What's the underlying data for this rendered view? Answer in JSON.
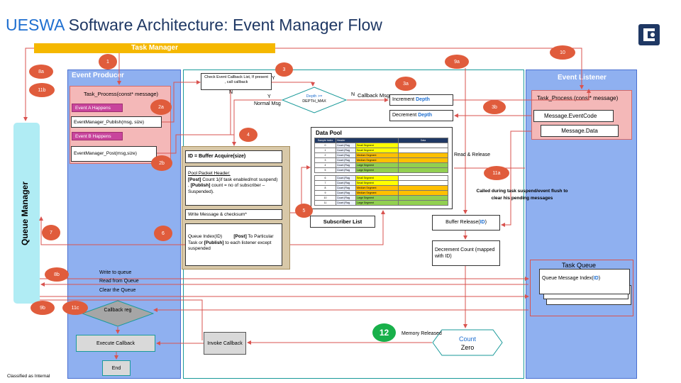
{
  "title": {
    "brand": "UESWA",
    "rest": " Software Architecture: Event Manager Flow"
  },
  "logo_icon": "electrolux-logo-icon",
  "task_manager": "Task Manager",
  "queue_manager": "Queue Manager",
  "event_producer": {
    "title": "Event Producer",
    "task_process": "Task_Process(const* message)",
    "event_a": "Event A Happens",
    "publish": "EventManager_Publish(msg, size)",
    "event_b": "Event B Happens",
    "post": "EventManager_Post(msg,size)"
  },
  "event_listener": {
    "title": "Event Listener",
    "task_process": "Task_Process (const* message)",
    "event_code": "Message.EventCode",
    "data": "Message.Data"
  },
  "check_callback": "Check Event Callback List, If present , call callback",
  "depth_check": {
    "line1": "Depth >=",
    "line2": "DEPTH_MAX"
  },
  "callback_msg": "Callback Msg",
  "normal_msg": "Normal Msg",
  "increment_depth": {
    "text": "Increment ",
    "highlight": "Depth"
  },
  "decrement_depth": {
    "text": "Decrement ",
    "highlight": "Depth"
  },
  "buffer_acquire": "ID = Buffer Acquire(size)",
  "pool_header": {
    "title": "Pool Packet Header:",
    "post_tag": "[Post]",
    "post_text": " Count 1(if task enabled/not suspend) , ",
    "publish_tag": "[Publish]",
    "publish_text": " count = no of subscriber – Suspended)."
  },
  "write_message": "Write Message & checksum*",
  "queue_index": {
    "text1": "Queue Index(ID)         ",
    "post_tag": "[Post]",
    "text2": " To Particular Task or ",
    "publish_tag": "[Publish]",
    "text3": " to each listener except suspended"
  },
  "data_pool": {
    "title": "Data Pool",
    "headers": [
      "Sample Index",
      "Header",
      "Data"
    ],
    "rows": [
      {
        "index": "0",
        "header": "Count |Flag",
        "segment": "Small Segment",
        "color": "#ffff00"
      },
      {
        "index": "1",
        "header": "Count |Flag",
        "segment": "Small Segment",
        "color": "#ffff00"
      },
      {
        "index": "2",
        "header": "Count |Flag",
        "segment": "Medium Segment",
        "color": "#ffc000"
      },
      {
        "index": "3",
        "header": "Count |Flag",
        "segment": "Medium Segment",
        "color": "#ffc000"
      },
      {
        "index": "4",
        "header": "Count |Flag",
        "segment": "Large Segment",
        "color": "#92d050"
      },
      {
        "index": "5",
        "header": "Count |Flag",
        "segment": "Large Segment",
        "color": "#92d050"
      },
      {
        "index": "6",
        "header": "Count |Flag",
        "segment": "Small Segment",
        "color": "#ffff00"
      },
      {
        "index": "7",
        "header": "Count |Flag",
        "segment": "Small Segment",
        "color": "#ffff00"
      },
      {
        "index": "8",
        "header": "Count |Flag",
        "segment": "Medium Segment",
        "color": "#ffc000"
      },
      {
        "index": "9",
        "header": "Count |Flag",
        "segment": "Medium Segment",
        "color": "#ffc000"
      },
      {
        "index": "10",
        "header": "Count |Flag",
        "segment": "Large Segment",
        "color": "#92d050"
      },
      {
        "index": "11",
        "header": "Count |Flag",
        "segment": "Large Segment",
        "color": "#92d050"
      }
    ]
  },
  "subscriber_list": "Subscriber List",
  "read_release": "Read & Release",
  "buffer_release": {
    "text": "Buffer Release(",
    "highlight": "ID",
    "end": ")"
  },
  "called_during": "Called during task suspend/event flush to clear his pending messages",
  "decrement_count": "Decrement Count (mapped with ID)",
  "task_queue": {
    "title": "Task Queue",
    "text": "Queue Message Index(",
    "highlight": "ID",
    "end": ")"
  },
  "write_queue": "Write to queue",
  "read_queue": "Read from Queue",
  "clear_queue": "Clear the Queue",
  "callback_reg": "Callback reg",
  "execute_callback": "Execute Callback",
  "invoke_callback": "Invoke Callback",
  "end": "End",
  "memory_released": "Memory Released",
  "count_zero": {
    "line1": "Count",
    "line2": "Zero"
  },
  "classified": "Classified as Internal",
  "labels": {
    "y1": "Y",
    "n1": "N",
    "y2": "Y",
    "n2": "N"
  },
  "badges": [
    "1",
    "2a",
    "2b",
    "3",
    "3a",
    "3b",
    "4",
    "5",
    "6",
    "7",
    "8a",
    "8b",
    "9a",
    "9b",
    "10",
    "11a",
    "11b",
    "11c",
    "12"
  ],
  "colors": {
    "accent_blue": "#1f6fd0",
    "title_dark": "#1f3864",
    "task_manager": "#f5b800",
    "lane_blue": "#8fb0f0",
    "queue_manager": "#b0ecf4",
    "badge": "#e05c3c",
    "arrow": "#d9534f",
    "teal": "#1a9a9a"
  }
}
